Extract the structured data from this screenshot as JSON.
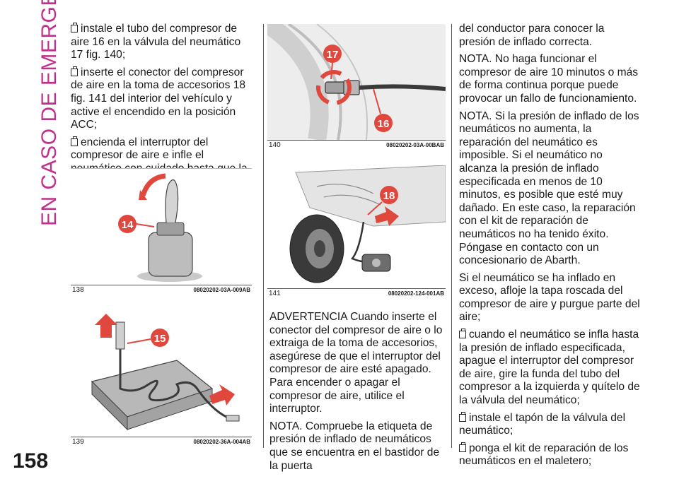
{
  "side_title": "EN CASO DE EMERGENCIA",
  "page_number": "158",
  "col1": {
    "b1": "instale el tubo del compresor de aire 16 en la válvula del neumático 17 fig. 140;",
    "b2": "inserte el conector del compresor de aire en la toma de accesorios 18 fig. 141 del interior del vehículo y active el encendido en la posición ACC;",
    "b3": "encienda el interruptor del compresor de aire e infle el neumático con cuidado hasta que la presión de inflado de los neumáticos sea correcta;"
  },
  "figures": [
    {
      "num": "138",
      "code": "08020202-03A-009AB",
      "label": "14"
    },
    {
      "num": "139",
      "code": "08020202-36A-004AB",
      "label": "15"
    },
    {
      "num": "140",
      "code": "08020202-03A-00BAB",
      "label_a": "17",
      "label_b": "16"
    },
    {
      "num": "141",
      "code": "08020202-124-001AB",
      "label": "18"
    }
  ],
  "col2": {
    "p1": "ADVERTENCIA Cuando inserte el conector del compresor de aire o lo extraiga de la toma de accesorios, asegúrese de que el interruptor del compresor de aire esté apagado. Para encender o apagar el compresor de aire, utilice el interruptor.",
    "p2": "NOTA. Compruebe la etiqueta de presión de inflado de neumáticos que se encuentra en el bastidor de la puerta"
  },
  "col3": {
    "p1": "del conductor para conocer la presión de inflado correcta.",
    "p2": "NOTA. No haga funcionar el compresor de aire 10 minutos o más de forma continua porque puede provocar un fallo de funcionamiento.",
    "p3": "NOTA. Si la presión de inflado de los neumáticos no aumenta, la reparación del neumático es imposible. Si el neumático no alcanza la presión de inflado especificada en menos de 10 minutos, es posible que esté muy dañado. En este caso, la reparación con el kit de reparación de neumáticos no ha tenido éxito. Póngase en contacto con un concesionario de Abarth.",
    "p4": "Si el neumático se ha inflado en exceso, afloje la tapa roscada del compresor de aire y purgue parte del aire;",
    "b1": "cuando el neumático se infla hasta la presión de inflado especificada, apague el interruptor del compresor de aire, gire la funda del tubo del compresor a la izquierda y quítelo de la válvula del neumático;",
    "b2": "instale el tapón de la válvula del neumático;",
    "b3": "ponga el kit de reparación de los neumáticos en el maletero;"
  }
}
